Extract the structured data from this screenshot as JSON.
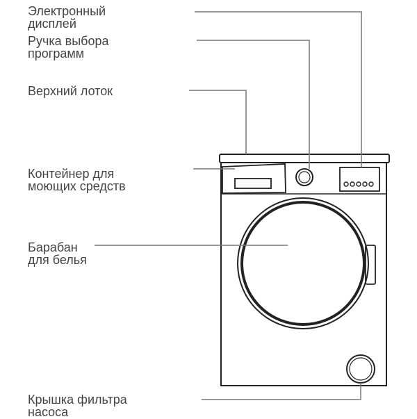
{
  "labels": {
    "display": {
      "line1": "Электронный",
      "line2": "дисплей"
    },
    "knob": {
      "line1": "Ручка выбора",
      "line2": "программ"
    },
    "tray": {
      "line1": "Верхний лоток"
    },
    "detergent": {
      "line1": "Контейнер для",
      "line2": "моющих средств"
    },
    "drum": {
      "line1": "Барабан",
      "line2": "для белья"
    },
    "filter": {
      "line1": "Крышка фильтра",
      "line2": "насоса"
    }
  },
  "colors": {
    "label_text": "#444444",
    "machine_stroke": "#222222",
    "leader_line": "#777777",
    "background": "#ffffff"
  },
  "icons": {
    "display_buttons": 5
  }
}
